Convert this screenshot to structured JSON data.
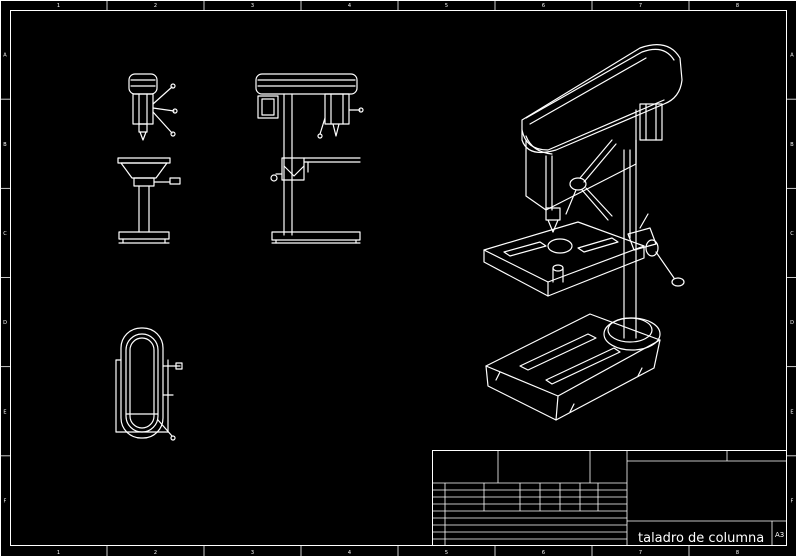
{
  "drawing": {
    "title": "taladro de columna",
    "sheet_size": "A3",
    "colors": {
      "background": "#000000",
      "lines": "#ffffff"
    }
  },
  "zones": {
    "columns": [
      "1",
      "2",
      "3",
      "4",
      "5",
      "6",
      "7",
      "8"
    ],
    "rows": [
      "A",
      "B",
      "C",
      "D",
      "E",
      "F"
    ]
  },
  "views": [
    "front-view",
    "side-view",
    "top-view",
    "isometric-view"
  ]
}
